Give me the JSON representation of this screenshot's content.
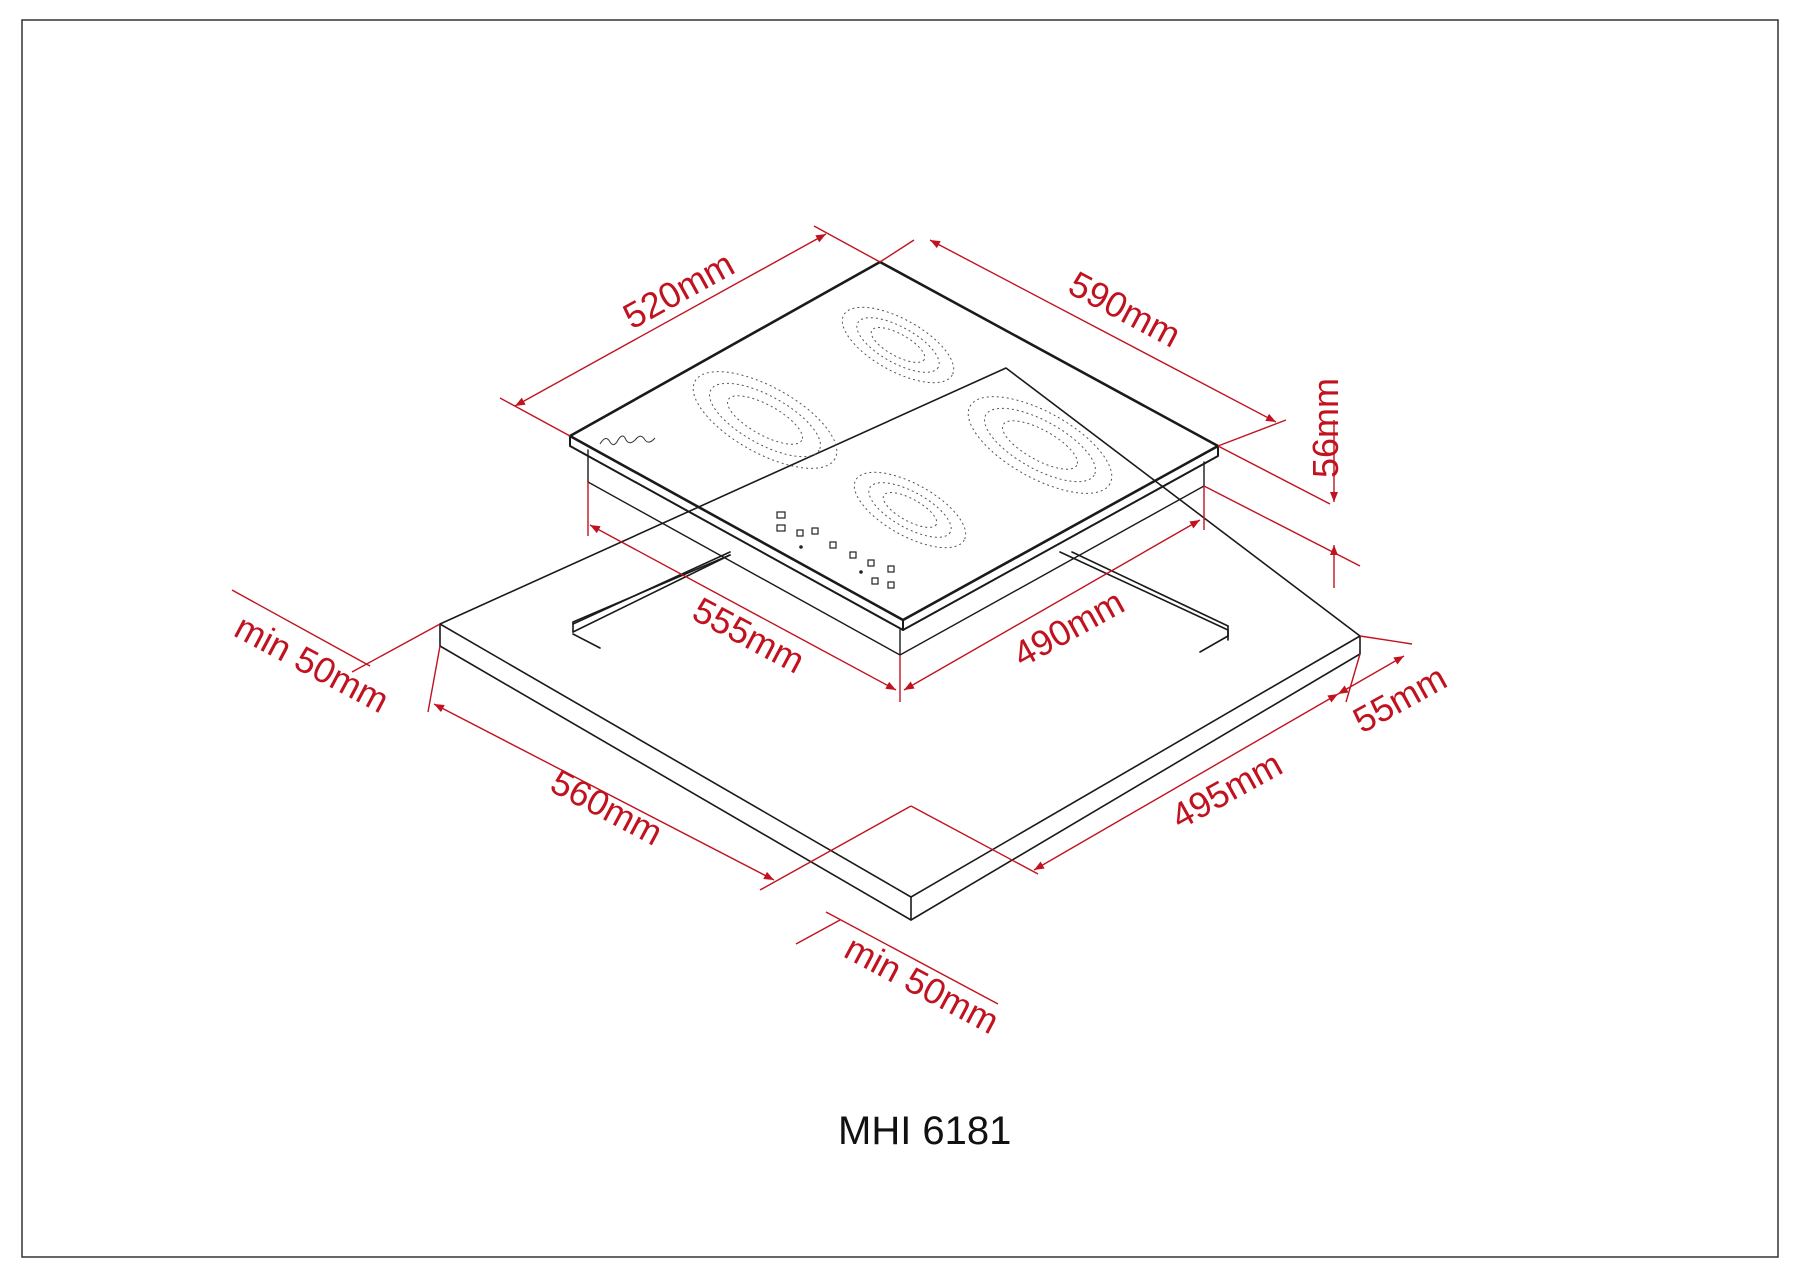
{
  "model": "MHI 6181",
  "dimensions": {
    "width_top": "520mm",
    "depth_top": "590mm",
    "height": "56mm",
    "cutout_width": "555mm",
    "cutout_depth": "490mm",
    "counter_width": "560mm",
    "counter_depth": "495mm",
    "clearance_left": "min 50mm",
    "clearance_front": "min 50mm",
    "counter_thickness": "55mm"
  },
  "colors": {
    "dimension": "#c1121f",
    "outline": "#1a1a1a"
  }
}
